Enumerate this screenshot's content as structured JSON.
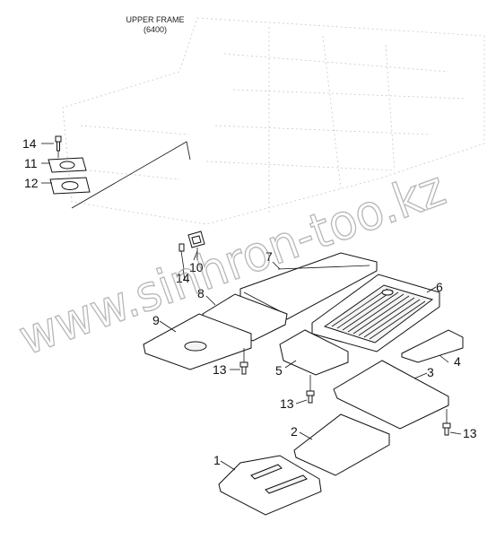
{
  "header": {
    "title_line1": "UPPER FRAME",
    "title_line2": "(6400)"
  },
  "watermark": "www.sinhron-too.kz",
  "callouts": [
    "1",
    "2",
    "3",
    "4",
    "5",
    "6",
    "7",
    "8",
    "9",
    "10",
    "11",
    "12",
    "13",
    "13",
    "13",
    "14",
    "14"
  ]
}
